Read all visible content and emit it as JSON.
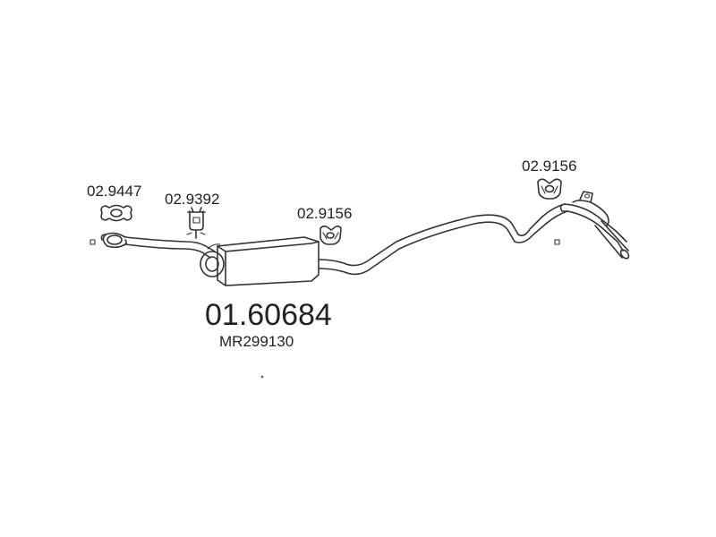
{
  "parts": {
    "gasket": "02.9447",
    "clamp": "02.9392",
    "hanger_center": "02.9156",
    "hanger_rear": "02.9156"
  },
  "main_part": {
    "number": "01.60684",
    "oem_ref": "MR299130"
  }
}
